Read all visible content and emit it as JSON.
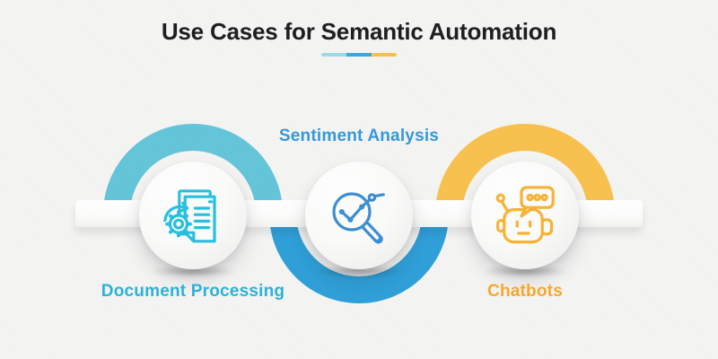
{
  "background_color": "#f4f4f3",
  "title": {
    "text": "Use Cases for Semantic Automation",
    "underline_colors": [
      "#9ed9e9",
      "#3aa7e0",
      "#fbc04c"
    ]
  },
  "use_cases": [
    {
      "label": "Document Processing",
      "label_position": "below",
      "arc_position": "top",
      "icon": "document-gear-icon",
      "label_color": "#2ab2d8",
      "arc_color": "#63c5d9",
      "icon_color": "#25c0e0"
    },
    {
      "label": "Sentiment Analysis",
      "label_position": "above",
      "arc_position": "bottom",
      "icon": "magnifier-chart-icon",
      "label_color": "#3598db",
      "arc_color": "#2e9fd8",
      "icon_color": "#3a8ed2"
    },
    {
      "label": "Chatbots",
      "label_position": "below",
      "arc_position": "top",
      "icon": "chatbot-icon",
      "label_color": "#f9a72b",
      "arc_color": "#f8c14e",
      "icon_color": "#f9b233"
    }
  ]
}
